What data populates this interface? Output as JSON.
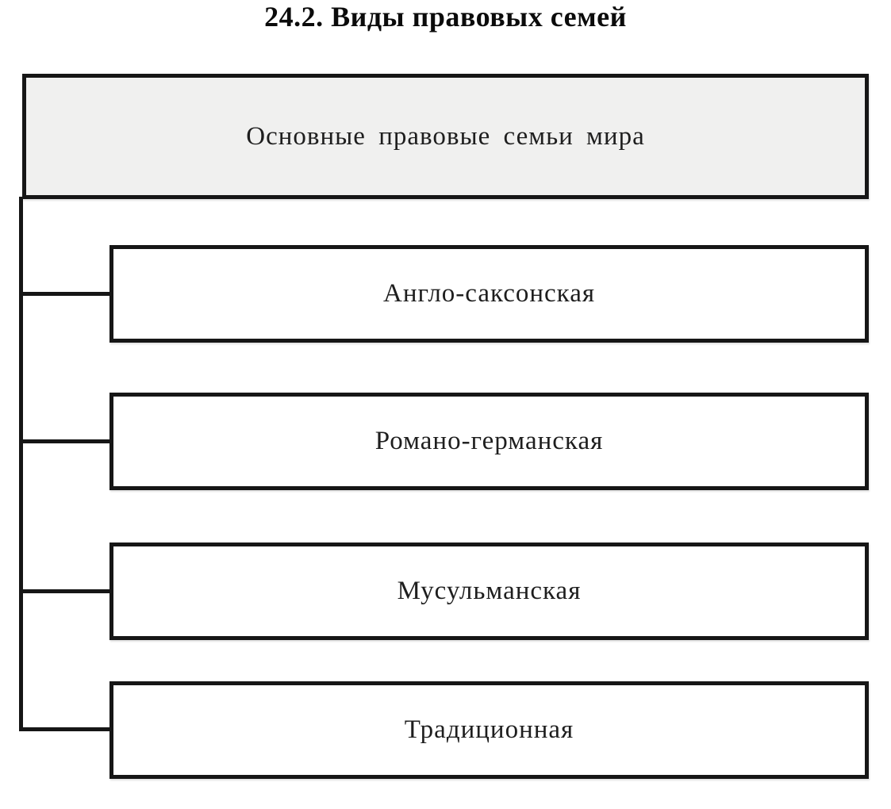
{
  "title": "24.2. Виды правовых семей",
  "diagram": {
    "root": {
      "label": "Основные правовые семьи мира"
    },
    "children": [
      {
        "label": "Англо-саксонская"
      },
      {
        "label": "Романо-германская"
      },
      {
        "label": "Мусульманская"
      },
      {
        "label": "Традиционная"
      }
    ],
    "colors": {
      "root_fill": "#f0f0ef",
      "child_fill": "#ffffff",
      "border": "#161616",
      "text": "#1e1e1e"
    }
  }
}
